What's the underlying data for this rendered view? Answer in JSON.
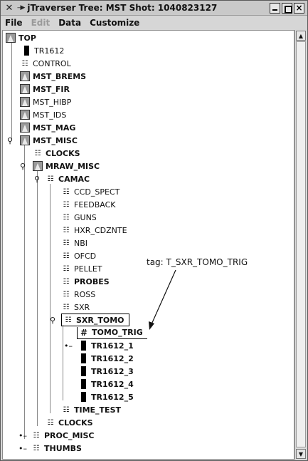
{
  "window": {
    "title": "jTraverser   Tree: MST Shot: 1040823127",
    "mini_icon": "--▶"
  },
  "menu": {
    "items": [
      {
        "label": "File",
        "enabled": true
      },
      {
        "label": "Edit",
        "enabled": false
      },
      {
        "label": "Data",
        "enabled": true
      },
      {
        "label": "Customize",
        "enabled": true
      }
    ]
  },
  "tree": {
    "nodes": [
      {
        "label": "TOP",
        "icon": "signal",
        "bold": true
      },
      {
        "label": "TR1612",
        "icon": "device",
        "bold": false
      },
      {
        "label": "CONTROL",
        "icon": "subtree",
        "bold": false
      },
      {
        "label": "MST_BREMS",
        "icon": "signal",
        "bold": true
      },
      {
        "label": "MST_FIR",
        "icon": "signal",
        "bold": true
      },
      {
        "label": "MST_HIBP",
        "icon": "signal",
        "bold": false
      },
      {
        "label": "MST_IDS",
        "icon": "signal",
        "bold": false
      },
      {
        "label": "MST_MAG",
        "icon": "signal",
        "bold": true
      },
      {
        "label": "MST_MISC",
        "icon": "signal",
        "bold": true
      },
      {
        "label": "CLOCKS",
        "icon": "subtree",
        "bold": true
      },
      {
        "label": "MRAW_MISC",
        "icon": "signal",
        "bold": true
      },
      {
        "label": "CAMAC",
        "icon": "subtree",
        "bold": true
      },
      {
        "label": "CCD_SPECT",
        "icon": "subtree",
        "bold": false
      },
      {
        "label": "FEEDBACK",
        "icon": "subtree",
        "bold": false
      },
      {
        "label": "GUNS",
        "icon": "subtree",
        "bold": false
      },
      {
        "label": "HXR_CDZNTE",
        "icon": "subtree",
        "bold": false
      },
      {
        "label": "NBI",
        "icon": "subtree",
        "bold": false
      },
      {
        "label": "OFCD",
        "icon": "subtree",
        "bold": false
      },
      {
        "label": "PELLET",
        "icon": "subtree",
        "bold": false
      },
      {
        "label": "PROBES",
        "icon": "subtree",
        "bold": true
      },
      {
        "label": "ROSS",
        "icon": "subtree",
        "bold": false
      },
      {
        "label": "SXR",
        "icon": "subtree",
        "bold": false
      },
      {
        "label": "SXR_TOMO",
        "icon": "subtree",
        "bold": true
      },
      {
        "label": "TOMO_TRIG",
        "icon": "numeric",
        "bold": true
      },
      {
        "label": "TR1612_1",
        "icon": "device",
        "bold": true
      },
      {
        "label": "TR1612_2",
        "icon": "device",
        "bold": true
      },
      {
        "label": "TR1612_3",
        "icon": "device",
        "bold": true
      },
      {
        "label": "TR1612_4",
        "icon": "device",
        "bold": true
      },
      {
        "label": "TR1612_5",
        "icon": "device",
        "bold": true
      },
      {
        "label": "TIME_TEST",
        "icon": "subtree",
        "bold": true
      },
      {
        "label": "CLOCKS",
        "icon": "subtree",
        "bold": true
      },
      {
        "label": "PROC_MISC",
        "icon": "subtree",
        "bold": true
      },
      {
        "label": "THUMBS",
        "icon": "subtree",
        "bold": true
      }
    ]
  },
  "annotation": {
    "text": "tag: T_SXR_TOMO_TRIG"
  },
  "icons": {
    "close": "×",
    "expanded_handle": "⚲",
    "collapsed_handle": "•–",
    "numeric": "#",
    "subtree": "☷"
  }
}
